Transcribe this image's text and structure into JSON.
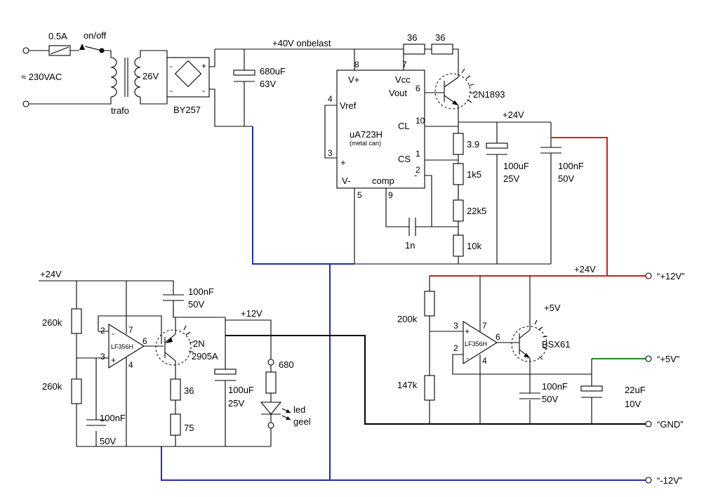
{
  "mains": {
    "fuse": "0.5A",
    "switch": "on/off",
    "input": "≈ 230VAC",
    "transformer": "trafo",
    "secondary": "26V",
    "bridge": "BY257"
  },
  "main_supply": {
    "rail": "+40V onbelast",
    "cap_value": "680uF",
    "cap_voltage": "63V",
    "r1": "36",
    "r2": "36",
    "regulator": "uA723H",
    "regulator_note": "(metal can)",
    "pins": {
      "v_plus": "V+",
      "vcc": "Vcc",
      "vout": "Vout",
      "vref": "Vref",
      "cl": "CL",
      "cs": "CS",
      "plus": "+",
      "minus": "-",
      "v_minus": "V-",
      "comp": "comp",
      "p8": "8",
      "p7": "7",
      "p6": "6",
      "p4": "4",
      "p10": "10",
      "p3": "3",
      "p1": "1",
      "p2": "2",
      "p5": "5",
      "p9": "9"
    },
    "transistor": "2N1893",
    "out_rail": "+24V",
    "r_sense": "3.9",
    "r_div1": "1k5",
    "r_div2": "22k5",
    "r_div3": "10k",
    "comp_cap": "1n",
    "cap_out": "100uF",
    "cap_out_v": "25V",
    "cap_out2": "100nF",
    "cap_out2_v": "50V"
  },
  "left_supply": {
    "rail": "+24V",
    "r_top": "260k",
    "r_bot": "260k",
    "cap_div": "100nF",
    "cap_div_v": "50V",
    "opamp": "LF356H",
    "pin2": "2",
    "pin3": "3",
    "pin6": "6",
    "pin7": "7",
    "pin4": "4",
    "minus": "-",
    "plus": "+",
    "cap_top": "100nF",
    "cap_top_v": "50V",
    "transistor_a": "2N",
    "transistor_b": "2905A",
    "rail_out": "+12V",
    "r36": "36",
    "r75": "75",
    "cap_out": "100uF",
    "cap_out_v": "25V",
    "r_led": "680",
    "led_a": "led",
    "led_b": "geel"
  },
  "right_supply": {
    "rail": "+24V",
    "r_top": "200k",
    "r_bot": "147k",
    "opamp": "LF356H",
    "pin3": "3",
    "pin7": "7",
    "pin6": "6",
    "pin2": "2",
    "pin4": "4",
    "plus": "+",
    "minus": "-",
    "rail_label": "+5V",
    "transistor": "BSX61",
    "cap1": "100nF",
    "cap1_v": "50V",
    "cap2": "22uF",
    "cap2_v": "10V"
  },
  "outputs": {
    "p12": "“+12V”",
    "p5": "“+5V”",
    "gnd": "“GND”",
    "m12": "“-12V”"
  }
}
